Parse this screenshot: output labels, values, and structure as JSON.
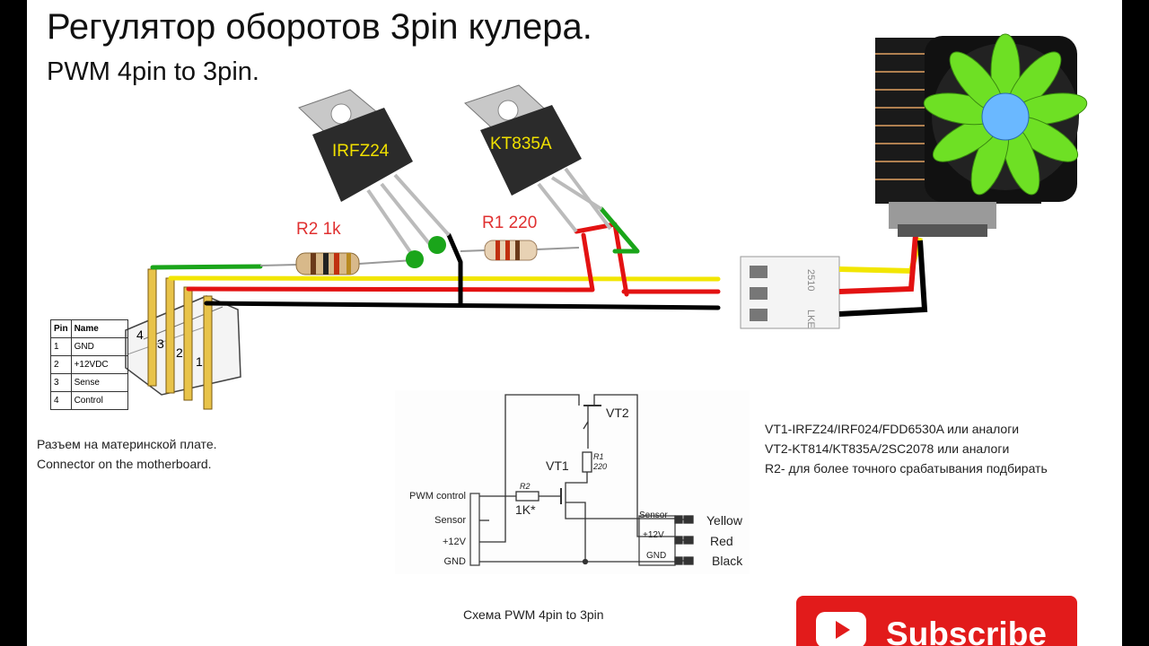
{
  "header": {
    "title": "Регулятор оборотов 3pin кулера.",
    "subtitle": "PWM 4pin to 3pin."
  },
  "wiring": {
    "transistor_vt1": "IRFZ24",
    "transistor_vt2": "KT835A",
    "resistor_r2": "R2 1k",
    "resistor_r1": "R1 220",
    "header_pins": [
      "4",
      "3",
      "2",
      "1"
    ],
    "fan_connector_marks": [
      "2510",
      "LKE"
    ]
  },
  "pin_table": {
    "headers": [
      "Pin",
      "Name"
    ],
    "rows": [
      [
        "1",
        "GND"
      ],
      [
        "2",
        "+12VDC"
      ],
      [
        "3",
        "Sense"
      ],
      [
        "4",
        "Control"
      ]
    ]
  },
  "connector_caption": {
    "line1": "Разъем на материнской плате.",
    "line2": "Connector on the motherboard."
  },
  "notes": {
    "line1": "VT1-IRFZ24/IRF024/FDD6530A или аналоги",
    "line2": "VT2-KT814/KT835A/2SC2078 или аналоги",
    "line3": "R2- для более точного срабатывания подбирать"
  },
  "schematic": {
    "vt2": "VT2",
    "vt1": "VT1",
    "r1": "R1",
    "r1_value": "220",
    "r2": "R2",
    "r2_value": "1K*",
    "left_pins": [
      "PWM control",
      "Sensor",
      "+12V",
      "GND"
    ],
    "right_pins": [
      "Sensor",
      "+12V",
      "GND"
    ],
    "wire_colors": [
      "Yellow",
      "Red",
      "Black"
    ]
  },
  "schematic_caption": "Схема PWM 4pin to 3pin",
  "subscribe": {
    "label": "Subscribe"
  },
  "colors": {
    "wire_green": "#1aa51a",
    "wire_yellow": "#f2e600",
    "wire_red": "#e31212",
    "wire_black": "#000000",
    "resistor_label": "#e03030",
    "transistor_label": "#f0e000",
    "fan_blade": "#6ee024",
    "subscribe_red": "#e21b1b"
  }
}
